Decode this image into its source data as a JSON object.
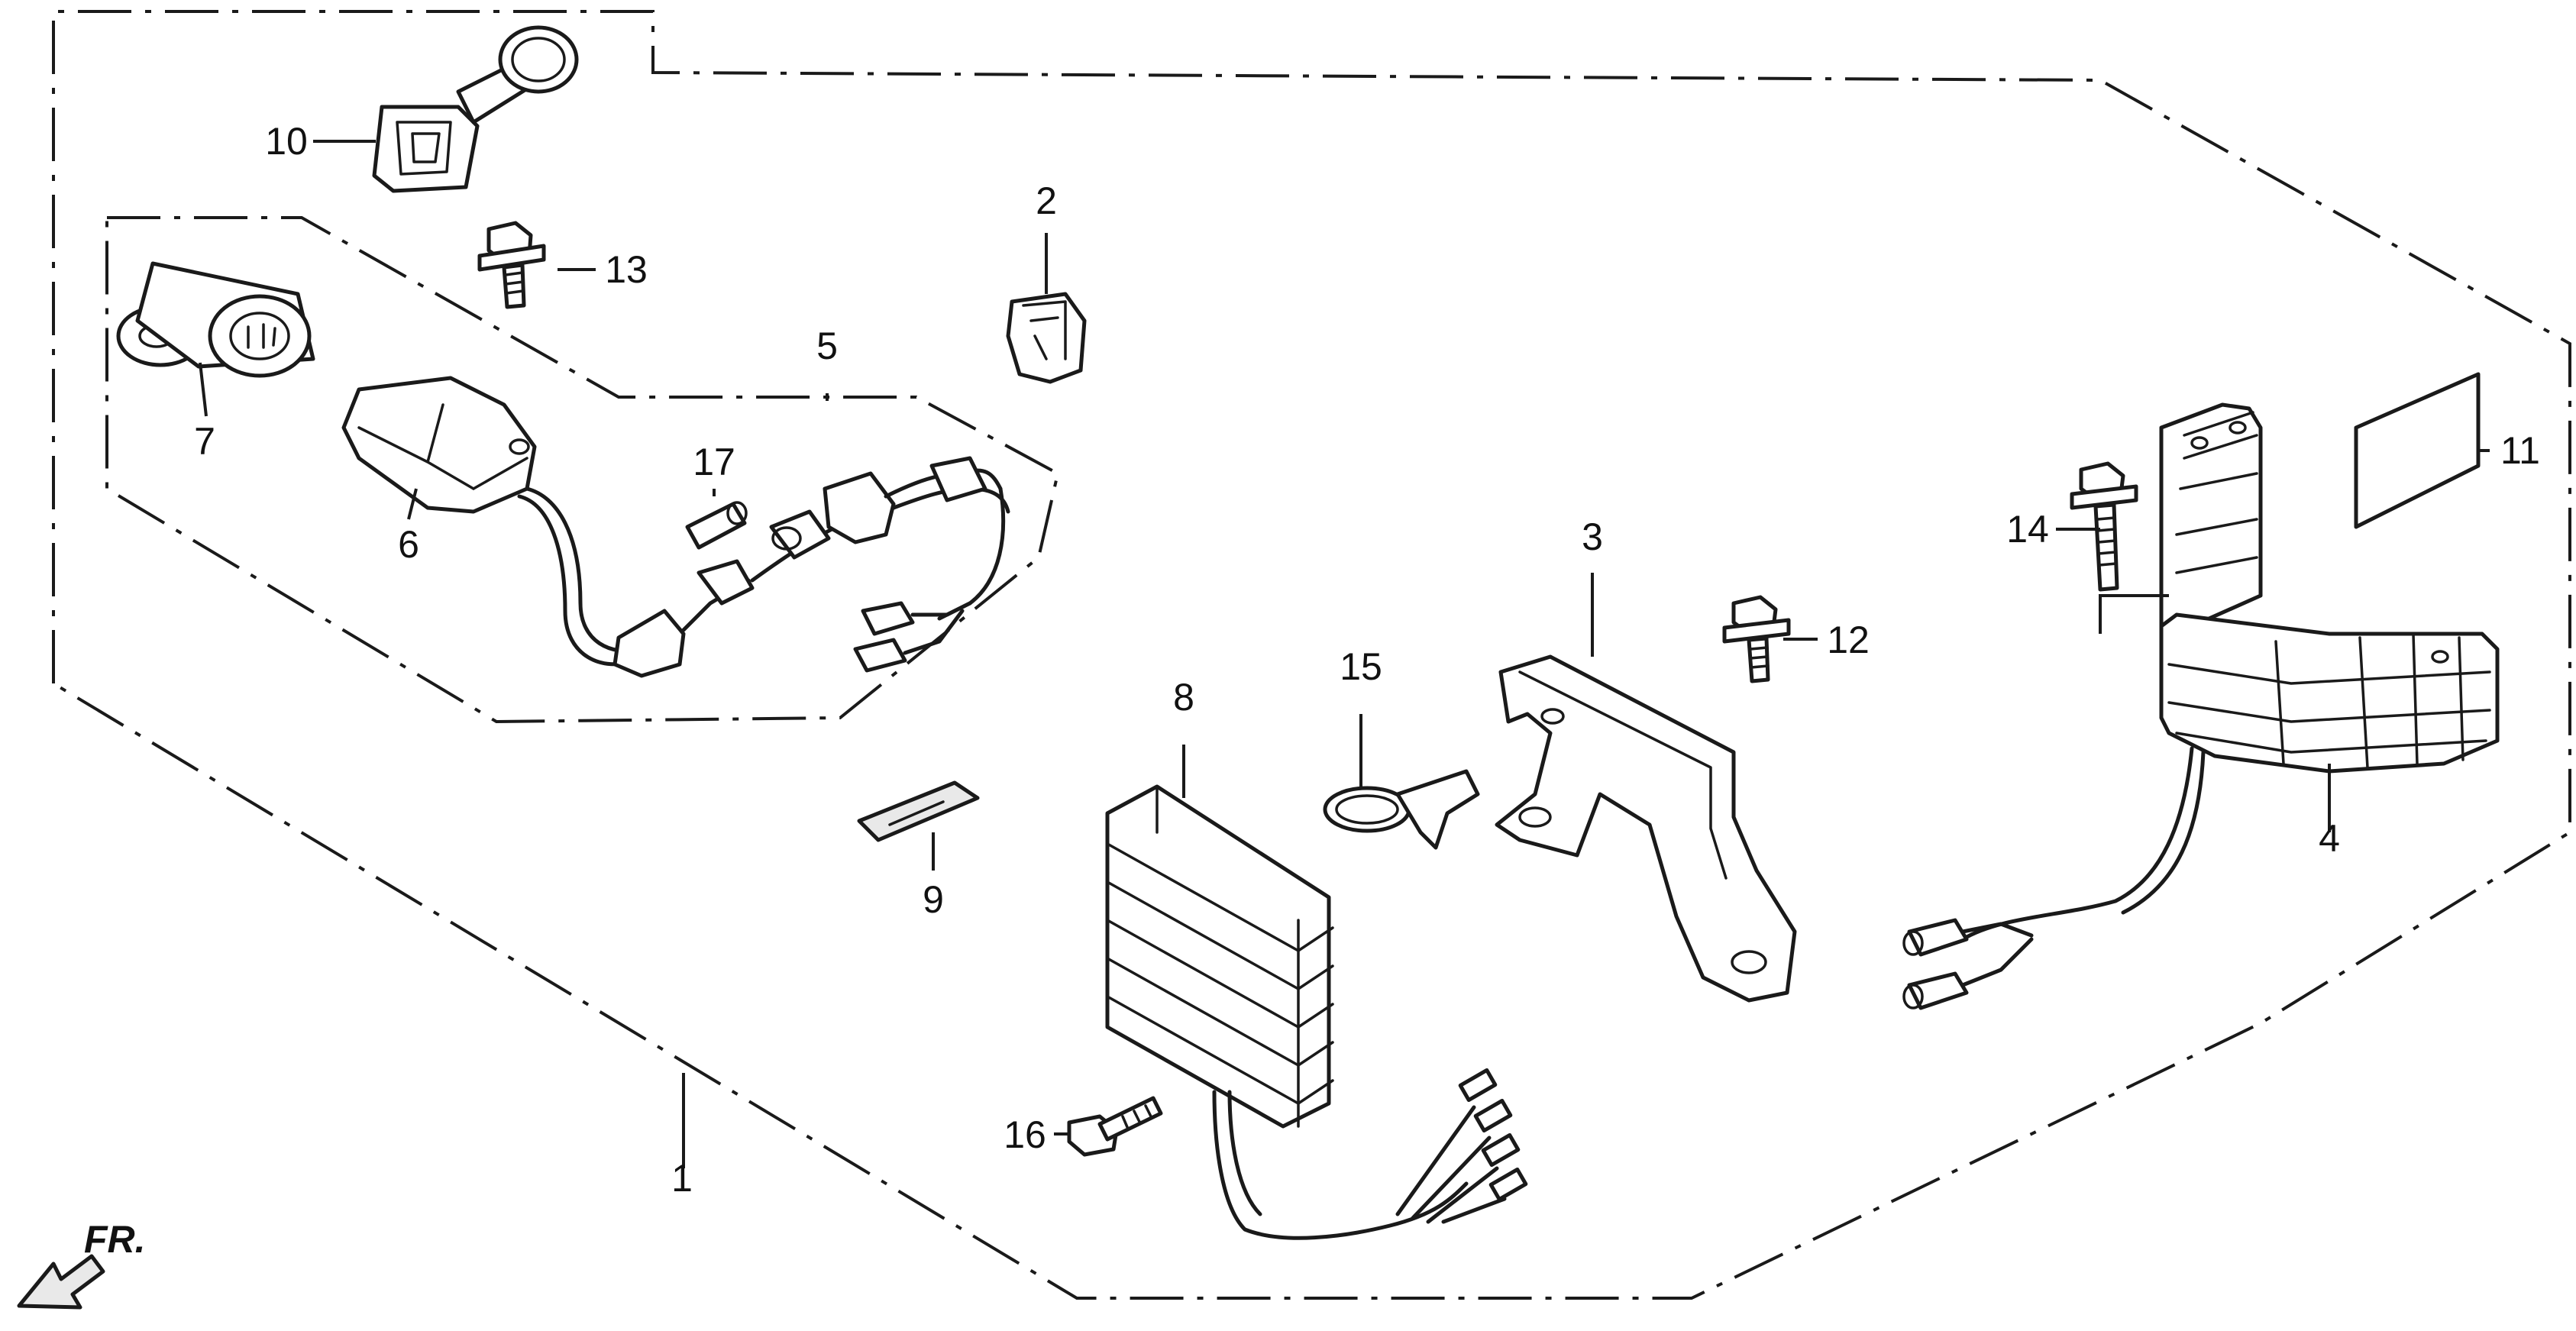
{
  "diagram": {
    "direction_marker": "FR.",
    "callouts": [
      {
        "id": "1",
        "text": "1"
      },
      {
        "id": "2",
        "text": "2"
      },
      {
        "id": "3",
        "text": "3"
      },
      {
        "id": "4",
        "text": "4"
      },
      {
        "id": "5",
        "text": "5"
      },
      {
        "id": "6",
        "text": "6"
      },
      {
        "id": "7",
        "text": "7"
      },
      {
        "id": "8",
        "text": "8"
      },
      {
        "id": "9",
        "text": "9"
      },
      {
        "id": "10",
        "text": "10"
      },
      {
        "id": "11",
        "text": "11"
      },
      {
        "id": "12",
        "text": "12"
      },
      {
        "id": "13",
        "text": "13"
      },
      {
        "id": "14",
        "text": "14"
      },
      {
        "id": "15",
        "text": "15"
      },
      {
        "id": "16",
        "text": "16"
      },
      {
        "id": "17",
        "text": "17"
      }
    ]
  }
}
